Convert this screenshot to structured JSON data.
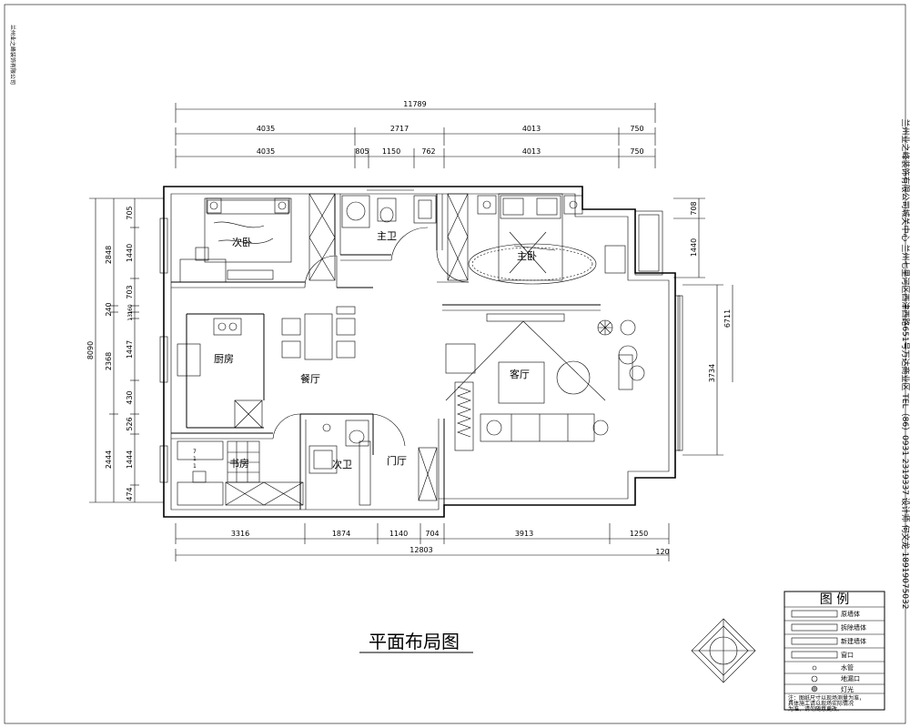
{
  "title": "平面布局图",
  "rooms": {
    "master_bedroom": "主卧",
    "second_bedroom": "次卧",
    "main_bath": "主卫",
    "second_bath": "次卫",
    "kitchen": "厨房",
    "dining": "餐厅",
    "living": "客厅",
    "study": "书房",
    "foyer": "门厅"
  },
  "dims": {
    "top_total": "11789",
    "top_row2": [
      "4035",
      "2717",
      "4013",
      "750"
    ],
    "top_row3": [
      "4035",
      "805",
      "1150",
      "762",
      "4013",
      "750"
    ],
    "bottom_row1": [
      "3316",
      "1874",
      "1140",
      "704",
      "3913",
      "1250"
    ],
    "bottom_total": "12803",
    "bottom_extra": "120",
    "left_total": "8090",
    "left_a": [
      "2848",
      "240",
      "2368",
      "2444"
    ],
    "left_b": [
      "705",
      "1440",
      "703",
      "160",
      "131",
      "1447",
      "430",
      "526",
      "1444",
      "474"
    ],
    "right_a": [
      "708",
      "1440"
    ],
    "right_b": [
      "6711",
      "3734"
    ]
  },
  "study_note": [
    "7",
    "1",
    "1"
  ],
  "legend": {
    "title": "图 例",
    "items": [
      "原墙体",
      "拆除墙体",
      "新建墙体",
      "窗口",
      "水管",
      "地漏口",
      "灯光"
    ],
    "note": [
      "注：图纸尺寸以现场测量为准，",
      "具体施工请以现场实际情况",
      "为准，请勿随意更改。"
    ]
  },
  "side_text": "兰州业之峰装饰有限公司城关中心 兰州七里河区西津西路651号万达商业区 TEL（86）0931 2319337 设计师 何文龙 18919075032",
  "left_side_text": "兰州业之峰装饰有限公司"
}
